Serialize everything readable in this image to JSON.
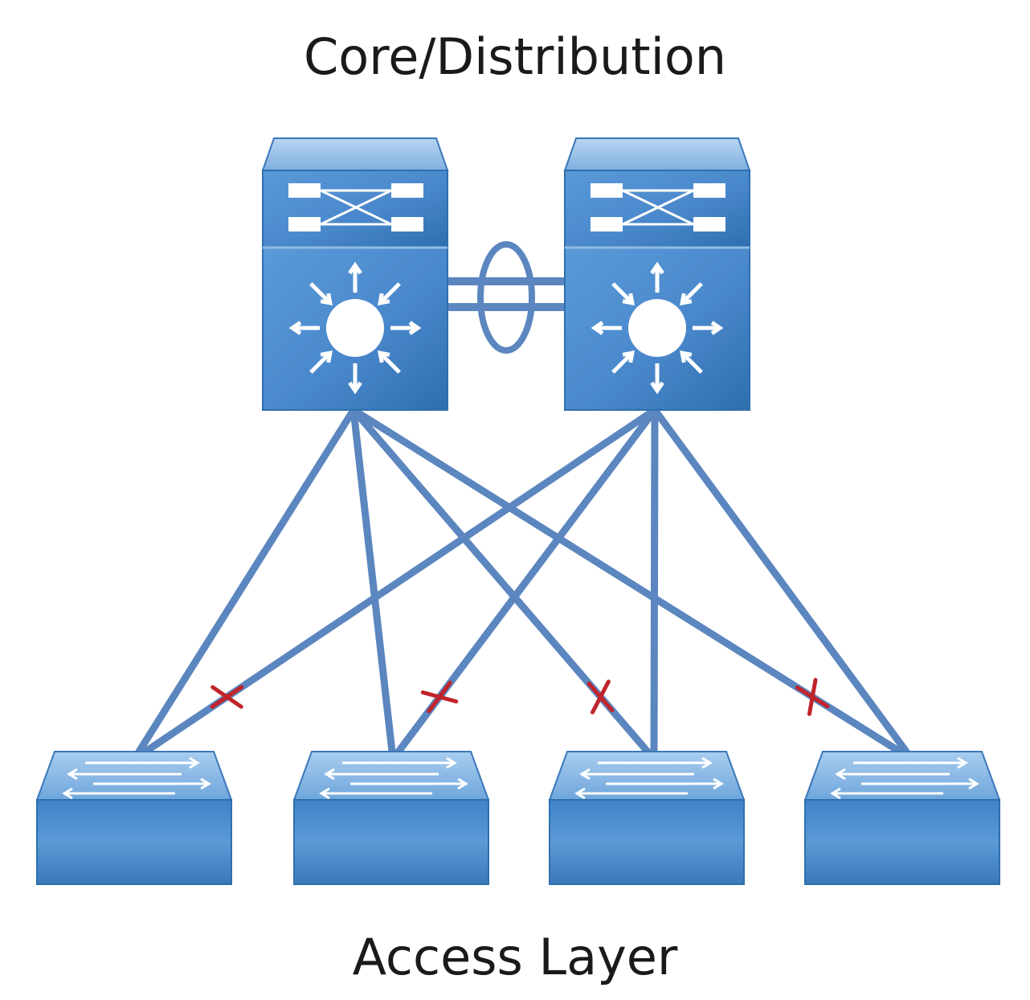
{
  "labels": {
    "top": "Core/Distribution",
    "bottom": "Access Layer"
  },
  "colors": {
    "link": "#5b86bf",
    "device_front": "#4a8ad0",
    "device_top": "#9dc3ea",
    "device_dark": "#2f6fae",
    "blocked_mark": "#c0242a"
  },
  "nodes": {
    "core": [
      {
        "id": "core-switch-left",
        "icon": "multilayer-switch-icon"
      },
      {
        "id": "core-switch-right",
        "icon": "multilayer-switch-icon"
      }
    ],
    "access": [
      {
        "id": "access-switch-1",
        "icon": "workgroup-switch-icon"
      },
      {
        "id": "access-switch-2",
        "icon": "workgroup-switch-icon"
      },
      {
        "id": "access-switch-3",
        "icon": "workgroup-switch-icon"
      },
      {
        "id": "access-switch-4",
        "icon": "workgroup-switch-icon"
      }
    ]
  },
  "links": [
    {
      "from": "core-switch-left",
      "to": "access-switch-1",
      "blocked": false
    },
    {
      "from": "core-switch-left",
      "to": "access-switch-2",
      "blocked": false
    },
    {
      "from": "core-switch-left",
      "to": "access-switch-3",
      "blocked": true
    },
    {
      "from": "core-switch-left",
      "to": "access-switch-4",
      "blocked": true
    },
    {
      "from": "core-switch-right",
      "to": "access-switch-1",
      "blocked": true
    },
    {
      "from": "core-switch-right",
      "to": "access-switch-2",
      "blocked": true
    },
    {
      "from": "core-switch-right",
      "to": "access-switch-3",
      "blocked": false
    },
    {
      "from": "core-switch-right",
      "to": "access-switch-4",
      "blocked": false
    }
  ],
  "etherchannel": {
    "from": "core-switch-left",
    "to": "core-switch-right",
    "link_count": 2
  }
}
